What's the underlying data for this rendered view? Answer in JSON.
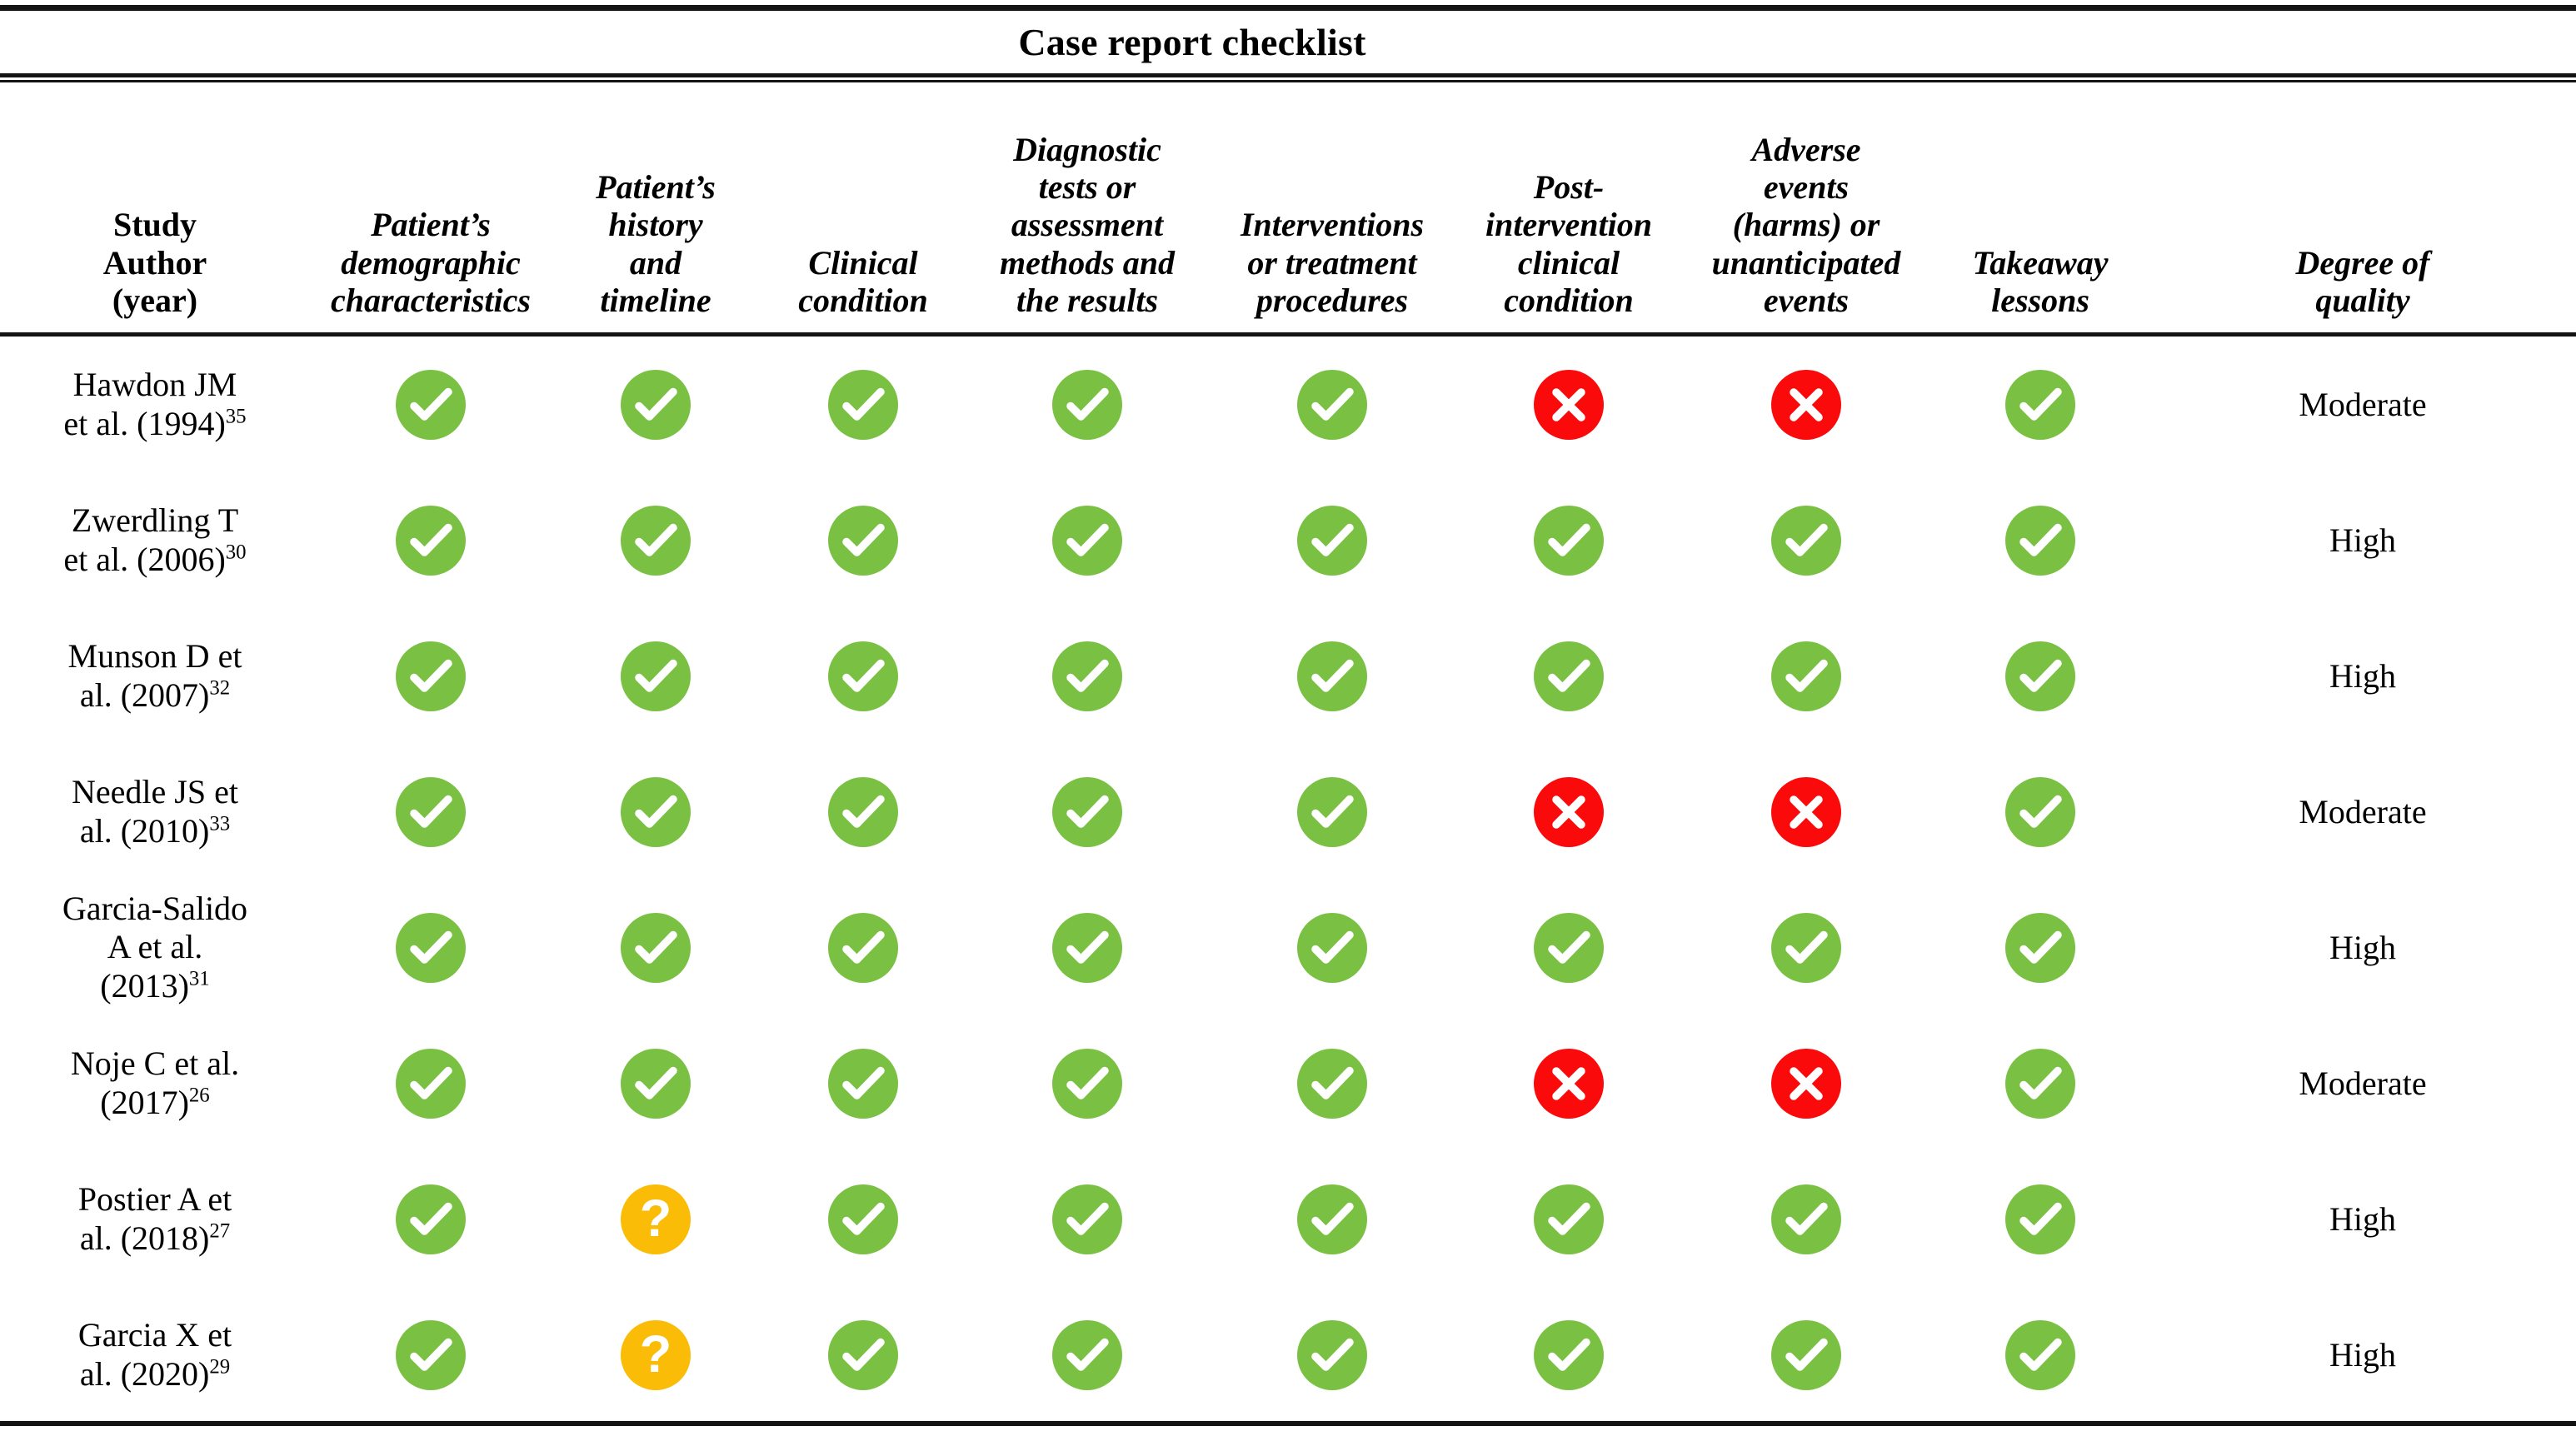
{
  "title": "Case report checklist",
  "colors": {
    "yes": "#7AC143",
    "no": "#FA0A0A",
    "unclear": "#FBBC08",
    "rule": "#141414",
    "background": "#FFFFFF",
    "text": "#000000"
  },
  "legend": {
    "yes": "check-circle-icon",
    "no": "cross-circle-icon",
    "unclear": "question-circle-icon"
  },
  "columns": [
    {
      "key": "study",
      "label": "Study\nAuthor\n(year)",
      "style": "upright"
    },
    {
      "key": "demographics",
      "label": "Patient’s\ndemographic\ncharacteristics",
      "style": "italic"
    },
    {
      "key": "history",
      "label": "Patient’s\nhistory\nand\ntimeline",
      "style": "italic"
    },
    {
      "key": "clinical",
      "label": "Clinical\ncondition",
      "style": "italic"
    },
    {
      "key": "diagnostic",
      "label": "Diagnostic\ntests or\nassessment\nmethods and\nthe results",
      "style": "italic"
    },
    {
      "key": "interventions",
      "label": "Interventions\nor treatment\nprocedures",
      "style": "italic"
    },
    {
      "key": "postintervention",
      "label": "Post-\nintervention\nclinical\ncondition",
      "style": "italic"
    },
    {
      "key": "adverse",
      "label": "Adverse\nevents\n(harms) or\nunanticipated\nevents",
      "style": "italic"
    },
    {
      "key": "takeaway",
      "label": "Takeaway\nlessons",
      "style": "italic"
    },
    {
      "key": "quality",
      "label": "Degree of\nquality",
      "style": "italic"
    }
  ],
  "rows": [
    {
      "study": "Hawdon JM\net al. (1994)",
      "ref": "35",
      "marks": [
        "yes",
        "yes",
        "yes",
        "yes",
        "yes",
        "no",
        "no",
        "yes"
      ],
      "quality": "Moderate"
    },
    {
      "study": "Zwerdling T\net al. (2006)",
      "ref": "30",
      "marks": [
        "yes",
        "yes",
        "yes",
        "yes",
        "yes",
        "yes",
        "yes",
        "yes"
      ],
      "quality": "High"
    },
    {
      "study": "Munson D et\nal. (2007)",
      "ref": "32",
      "marks": [
        "yes",
        "yes",
        "yes",
        "yes",
        "yes",
        "yes",
        "yes",
        "yes"
      ],
      "quality": "High"
    },
    {
      "study": "Needle JS et\nal. (2010)",
      "ref": "33",
      "marks": [
        "yes",
        "yes",
        "yes",
        "yes",
        "yes",
        "no",
        "no",
        "yes"
      ],
      "quality": "Moderate"
    },
    {
      "study": "Garcia-Salido\nA et al.\n(2013)",
      "ref": "31",
      "marks": [
        "yes",
        "yes",
        "yes",
        "yes",
        "yes",
        "yes",
        "yes",
        "yes"
      ],
      "quality": "High"
    },
    {
      "study": "Noje C et al.\n(2017)",
      "ref": "26",
      "marks": [
        "yes",
        "yes",
        "yes",
        "yes",
        "yes",
        "no",
        "no",
        "yes"
      ],
      "quality": "Moderate"
    },
    {
      "study": "Postier A et\nal. (2018)",
      "ref": "27",
      "marks": [
        "yes",
        "unclear",
        "yes",
        "yes",
        "yes",
        "yes",
        "yes",
        "yes"
      ],
      "quality": "High"
    },
    {
      "study": "Garcia X et\nal. (2020)",
      "ref": "29",
      "marks": [
        "yes",
        "unclear",
        "yes",
        "yes",
        "yes",
        "yes",
        "yes",
        "yes"
      ],
      "quality": "High"
    }
  ]
}
